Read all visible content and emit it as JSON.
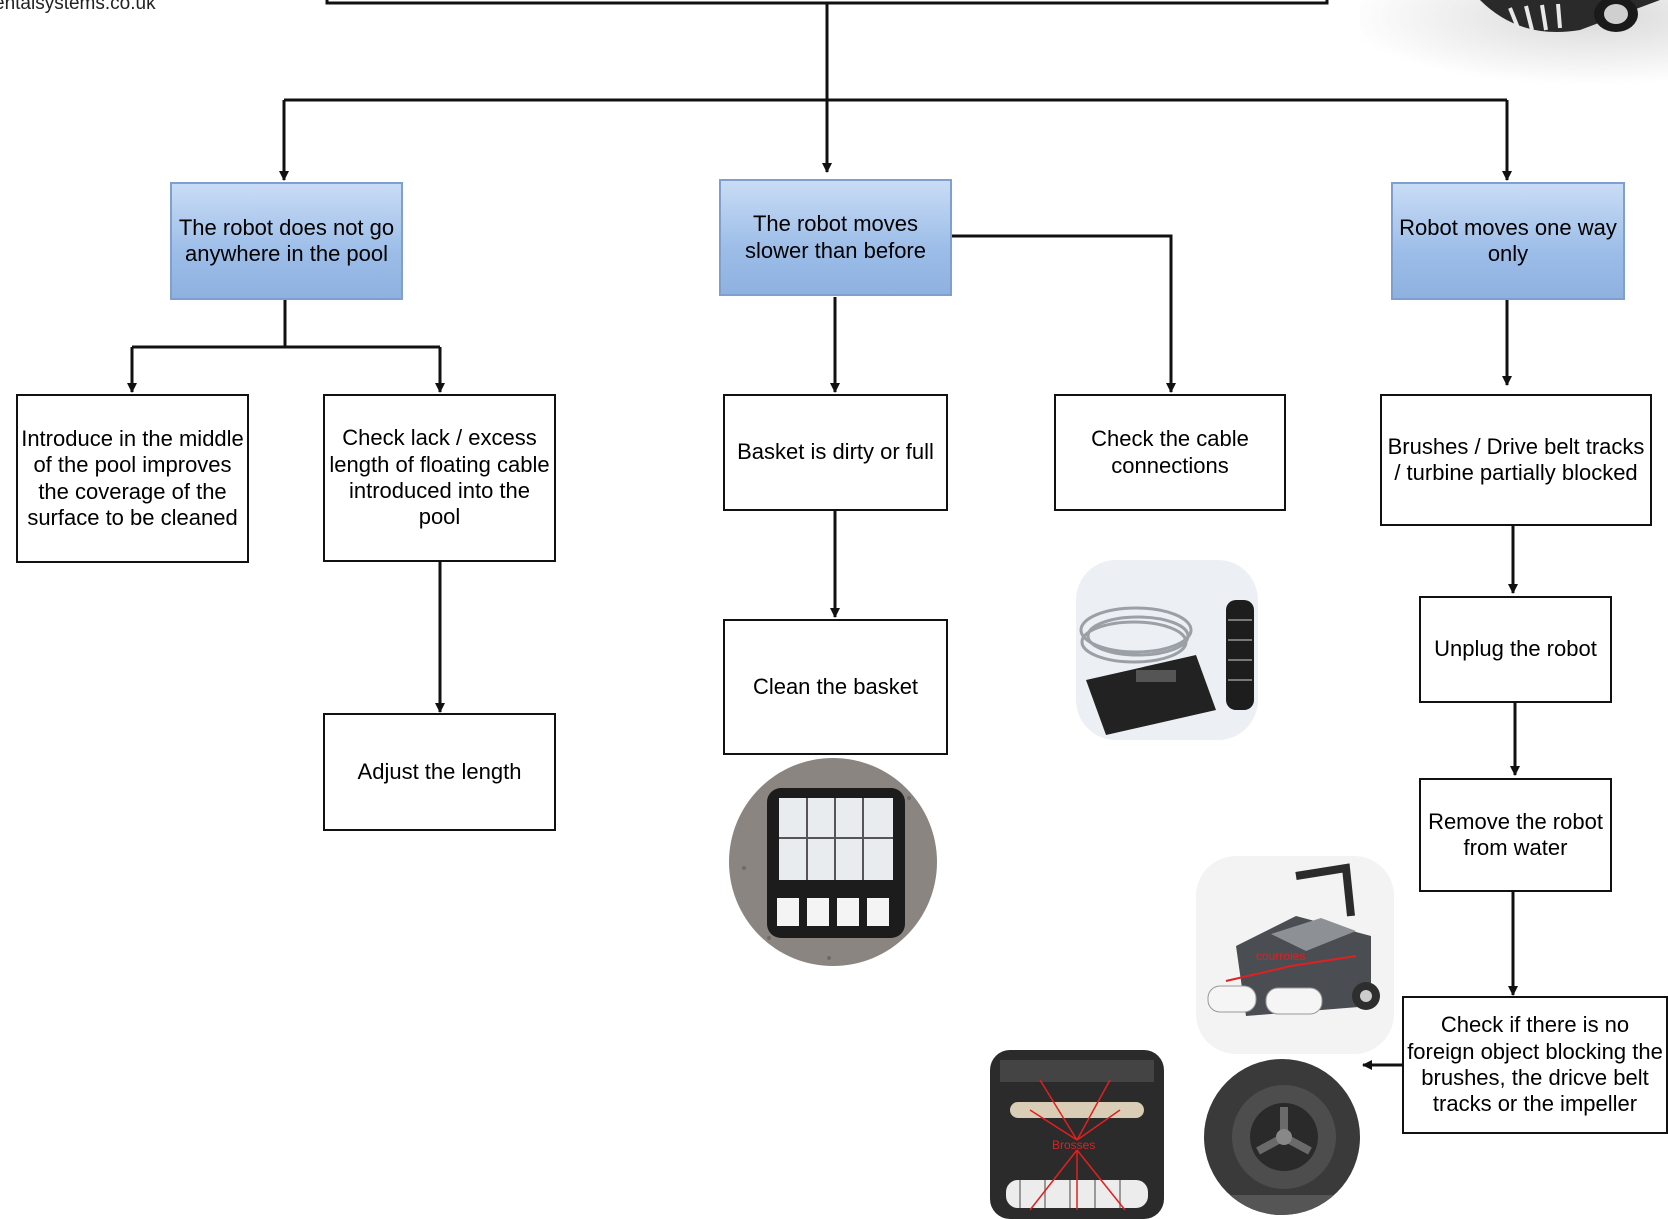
{
  "header": {
    "source_text": "entalsystems.co.uk"
  },
  "symptoms": [
    {
      "label": "The robot does not go anywhere in the pool"
    },
    {
      "label": "The robot moves slower than before"
    },
    {
      "label": "Robot moves one way only"
    }
  ],
  "steps": {
    "introduce_middle": "Introduce in the middle of the pool improves the coverage of the surface to be cleaned",
    "check_cable_length": "Check lack / excess length of floating cable introduced into the pool",
    "adjust_length": "Adjust the length",
    "basket_dirty": "Basket is dirty or full",
    "clean_basket": "Clean the basket",
    "check_cable_connections": "Check the cable connections",
    "brushes_blocked": "Brushes / Drive belt tracks / turbine partially blocked",
    "unplug_robot": "Unplug the robot",
    "remove_robot": "Remove the robot from water",
    "check_foreign_object": "Check if there is no foreign object blocking the brushes, the dricve belt tracks or the impeller"
  },
  "photo_labels": {
    "belts": "courroies",
    "brushes": "Brosses"
  },
  "colors": {
    "symptom_fill_top": "#c9dcf5",
    "symptom_fill_bottom": "#8fb1e0",
    "symptom_border": "#7f9fcf",
    "line": "#111111",
    "annotation_red": "#e02020"
  },
  "icons": {
    "basket_photo": "filter-basket-photo",
    "cable_photo": "power-supply-cable-photo",
    "robot_photo": "pool-robot-photo",
    "brushes_photo": "robot-underside-brushes-photo",
    "impeller_photo": "impeller-photo",
    "top_photo": "robot-cropped-photo"
  }
}
